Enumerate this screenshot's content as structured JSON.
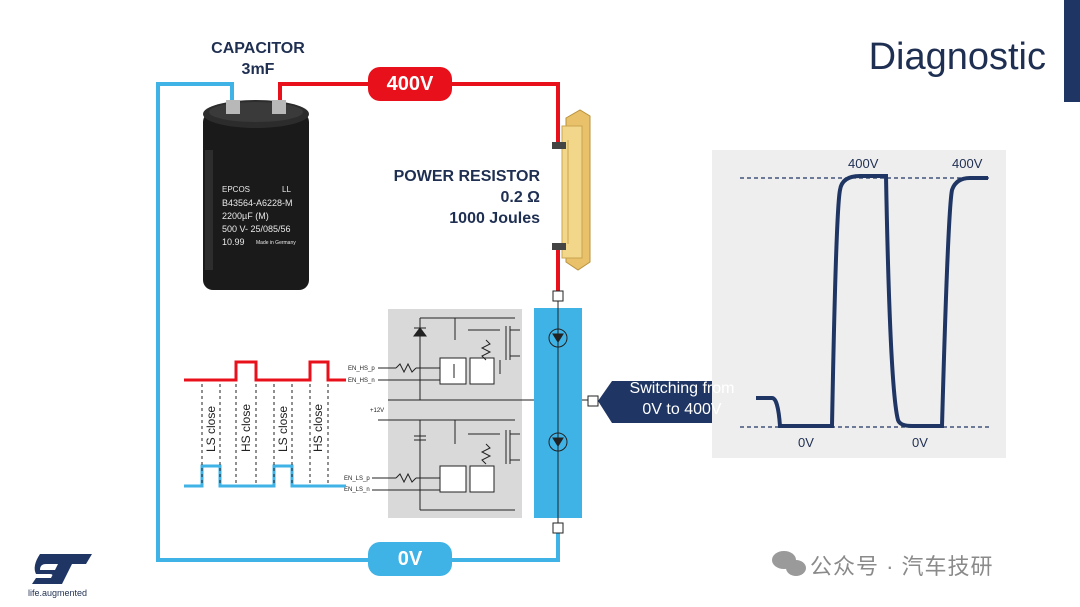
{
  "slide": {
    "title": "Diagnostic"
  },
  "capacitor": {
    "label_line1": "CAPACITOR",
    "label_line2": "3mF",
    "brand": "EPCOS",
    "code": "LL",
    "part": "B43564-A6228-M",
    "capacitance": "2200µF (M)",
    "rating": "500 V- 25/085/56",
    "date": "10.99",
    "origin": "Made in Germany"
  },
  "resistor": {
    "label_line1": "POWER RESISTOR",
    "label_line2": "0.2 Ω",
    "label_line3": "1000 Joules"
  },
  "rails": {
    "high": "400V",
    "low": "0V"
  },
  "control_signals": {
    "labels": [
      "LS close",
      "HS close",
      "LS close",
      "HS close"
    ]
  },
  "driver_pins": {
    "hs_p": "EN_HS_p",
    "hs_n": "EN_HS_n",
    "supply": "+12V",
    "ls_p": "EN_LS_p",
    "ls_n": "EN_LS_n"
  },
  "callout": {
    "line1": "Switching from",
    "line2": "0V to 400V"
  },
  "waveform": {
    "high_label": "400V",
    "low_label": "0V",
    "peak_labels": [
      "400V",
      "400V"
    ],
    "floor_labels": [
      "0V",
      "0V"
    ]
  },
  "colors": {
    "high_rail": "#e8101a",
    "low_rail": "#3fb2e6",
    "brand": "#1f3563",
    "half_bridge": "#3fb2e6"
  },
  "footer": {
    "logo": "ST",
    "tagline": "life.augmented"
  },
  "watermark": {
    "text": "公众号 · 汽车技研"
  }
}
